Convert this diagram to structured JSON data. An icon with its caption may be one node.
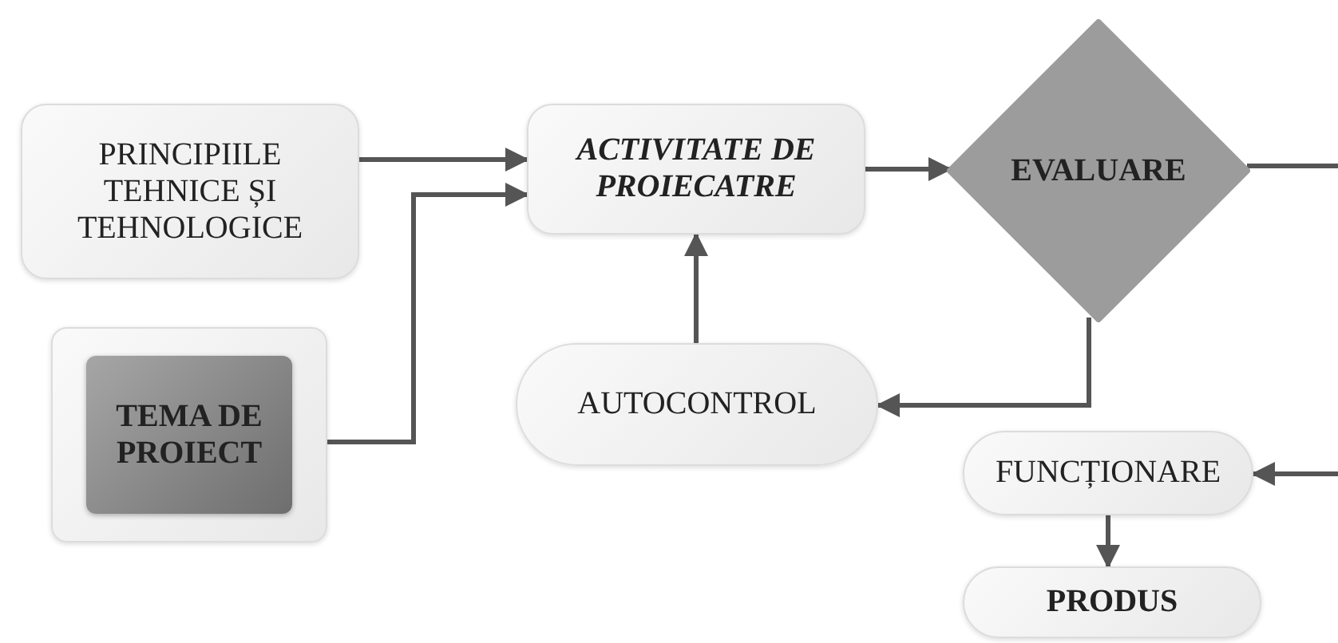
{
  "diagram": {
    "nodes": [
      {
        "text": [
          "PRINCIPIILE TEHNICE ȘI TEHNOLOGICE"
        ]
      },
      {
        "text": [
          "ACTIVITATE DE PROIECATRE"
        ]
      },
      {
        "text": [
          "EVALUARE"
        ]
      },
      {
        "text": [],
        "shape": "box"
      },
      {
        "text": [
          "TEMA DE PROIECT"
        ],
        "in": 3
      },
      {
        "text": [
          "AUTOCONTROL"
        ]
      },
      {
        "text": [
          "FUNCȚIONARE"
        ]
      },
      {
        "text": [
          "PRODUS"
        ]
      }
    ],
    "edges": [
      {
        "from": 0,
        "to": 1,
        "arrow": "to"
      },
      {
        "from": 4,
        "to": 1,
        "arrow": "to"
      },
      {
        "from": 1,
        "to": 2,
        "arrow": "to"
      },
      {
        "from": 2,
        "to": 5,
        "arrow": "to"
      },
      {
        "from": 5,
        "to": 1,
        "arrow": "to"
      },
      {
        "from": 2,
        "to": null,
        "arrow": "none"
      },
      {
        "from": null,
        "to": 6,
        "arrow": "to"
      },
      {
        "from": 6,
        "to": 7,
        "arrow": "to"
      }
    ]
  }
}
